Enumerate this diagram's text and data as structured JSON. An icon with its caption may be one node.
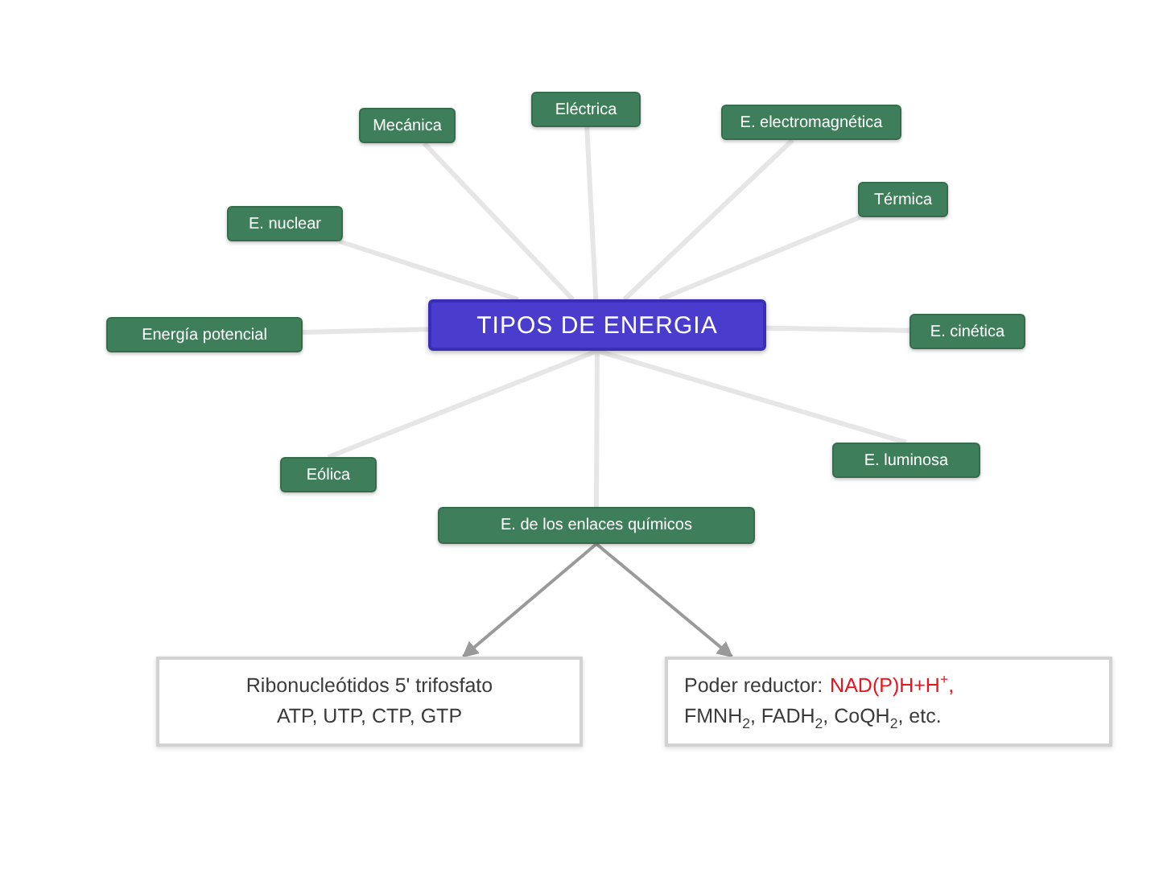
{
  "diagram": {
    "nodes": [
      {
        "text": [
          "Mecánica"
        ]
      },
      {
        "text": [
          "Eléctrica"
        ]
      },
      {
        "text": [
          "E. electromagnética"
        ]
      },
      {
        "text": [
          "E. nuclear"
        ]
      },
      {
        "text": [
          "Térmica"
        ]
      },
      {
        "text": [
          "Energía potencial"
        ]
      },
      {
        "text": [
          "TIPOS DE ENERGIA"
        ]
      },
      {
        "text": [
          "E. cinética"
        ]
      },
      {
        "text": [
          "Eólica"
        ]
      },
      {
        "text": [
          "E. luminosa"
        ]
      },
      {
        "text": [
          "E. de los enlaces químicos"
        ]
      },
      {
        "text": [
          "Ribonucleótidos 5' trifosfato",
          "ATP, UTP, CTP, GTP"
        ]
      },
      {
        "text": [
          "Poder reductor:",
          "NAD(P)H+H$^{+}$,",
          "FMNH$_{2}$, FADH$_{2}$, CoQH$_{2}$, etc."
        ]
      }
    ],
    "edges": [
      {
        "from": 6,
        "to": 0,
        "arrow": "none"
      },
      {
        "from": 6,
        "to": 1,
        "arrow": "none"
      },
      {
        "from": 6,
        "to": 2,
        "arrow": "none"
      },
      {
        "from": 6,
        "to": 3,
        "arrow": "none"
      },
      {
        "from": 6,
        "to": 4,
        "arrow": "none"
      },
      {
        "from": 6,
        "to": 5,
        "arrow": "none"
      },
      {
        "from": 6,
        "to": 7,
        "arrow": "none"
      },
      {
        "from": 6,
        "to": 8,
        "arrow": "none"
      },
      {
        "from": 6,
        "to": 9,
        "arrow": "none"
      },
      {
        "from": 6,
        "to": 10,
        "arrow": "none"
      },
      {
        "from": 10,
        "to": 11,
        "arrow": "to",
        "color": "#9a9a9a"
      },
      {
        "from": 10,
        "to": 12,
        "arrow": "to",
        "color": "#9a9a9a"
      }
    ]
  }
}
